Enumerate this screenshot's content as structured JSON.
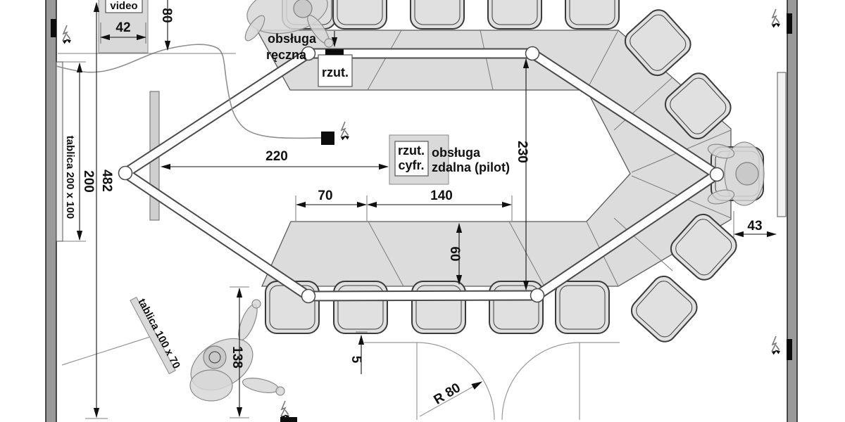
{
  "labels": {
    "video_unit": "video",
    "manual_line1": "obsługa",
    "manual_line2": "ręczna",
    "projector": "rzut.",
    "digital_projector_line1": "rzut.",
    "digital_projector_line2": "cyfr.",
    "remote_line1": "obsługa",
    "remote_line2": "zdalna (pilot)",
    "board_left": "tablica 200 x 100",
    "board_small": "tablica 100 x 70",
    "door_radius": "R 80"
  },
  "dimensions": {
    "video_width": "42",
    "video_drop": "80",
    "board_left_length": "200",
    "room_depth": "482",
    "screen_to_projector": "220",
    "table_length": "230",
    "segment_small": "70",
    "segment_large": "140",
    "table_depth": "60",
    "right_clearance": "43",
    "presenter_clearance": "138",
    "chair_gap": "5"
  },
  "icons": {
    "power": "lightning-bolt-with-arrows"
  },
  "colors": {
    "wall": "#9a9a9a",
    "table": "#dcdcdc",
    "chair": "#e0e0e0",
    "line": "#111111"
  }
}
